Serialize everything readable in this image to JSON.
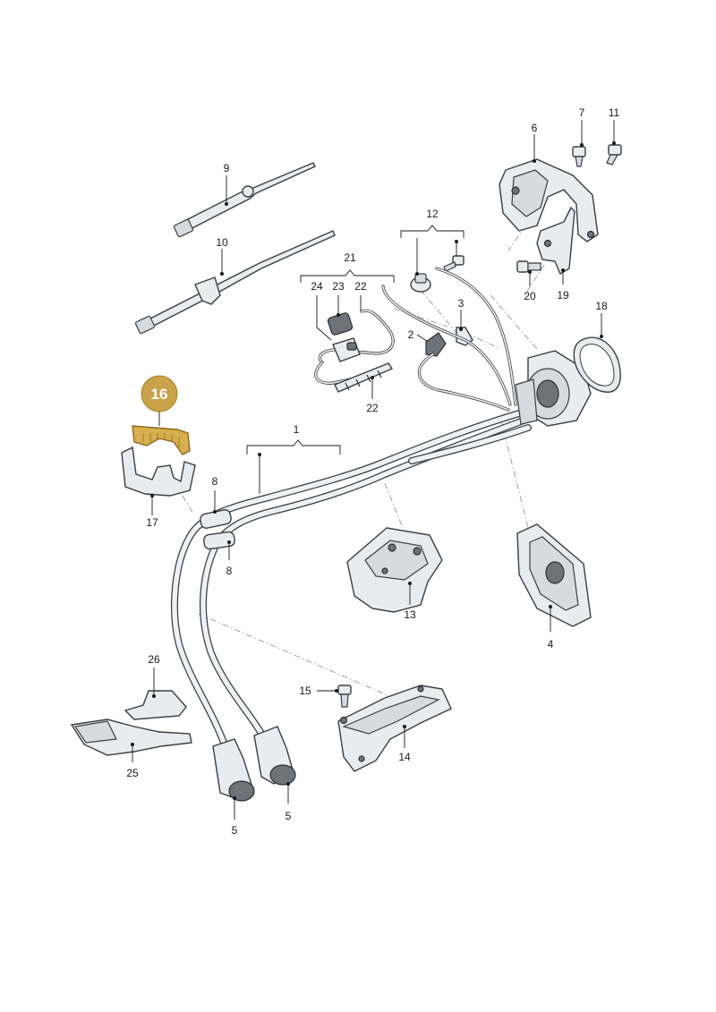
{
  "diagram": {
    "highlighted_part": "16",
    "highlight_color": "#c9a24a",
    "labels": {
      "p1": "1",
      "p2": "2",
      "p3": "3",
      "p4": "4",
      "p5a": "5",
      "p5b": "5",
      "p6": "6",
      "p7": "7",
      "p8a": "8",
      "p8b": "8",
      "p9": "9",
      "p10": "10",
      "p11": "11",
      "p12": "12",
      "p13": "13",
      "p14": "14",
      "p15": "15",
      "p16": "16",
      "p17": "17",
      "p18": "18",
      "p19": "19",
      "p20": "20",
      "p21": "21",
      "p22a": "22",
      "p22b": "22",
      "p23": "23",
      "p24": "24",
      "p25": "25",
      "p26": "26"
    }
  }
}
